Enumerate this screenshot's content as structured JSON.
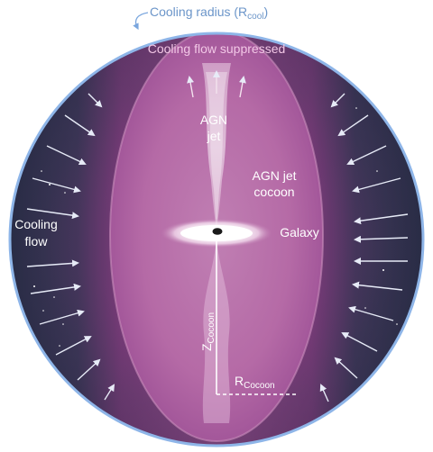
{
  "labels": {
    "cooling_radius": "Cooling radius (R",
    "cooling_radius_sub": "cool",
    "cooling_radius_close": ")",
    "suppressed": "Cooling flow suppressed",
    "agn": "AGN",
    "jet": "jet",
    "agn_jet": "AGN jet",
    "cocoon": "cocoon",
    "galaxy": "Galaxy",
    "cooling": "Cooling",
    "flow": "flow",
    "z_main": "Z",
    "z_sub": "Cocoon",
    "r_main": "R",
    "r_sub": "Cocoon"
  },
  "colors": {
    "outer_dark": "#2a2f47",
    "cocoon_pink": "#b0689f",
    "boundary_blue": "#7aa6de",
    "label_blue": "#6b95c9",
    "arrow_light": "#dfe4f5"
  }
}
